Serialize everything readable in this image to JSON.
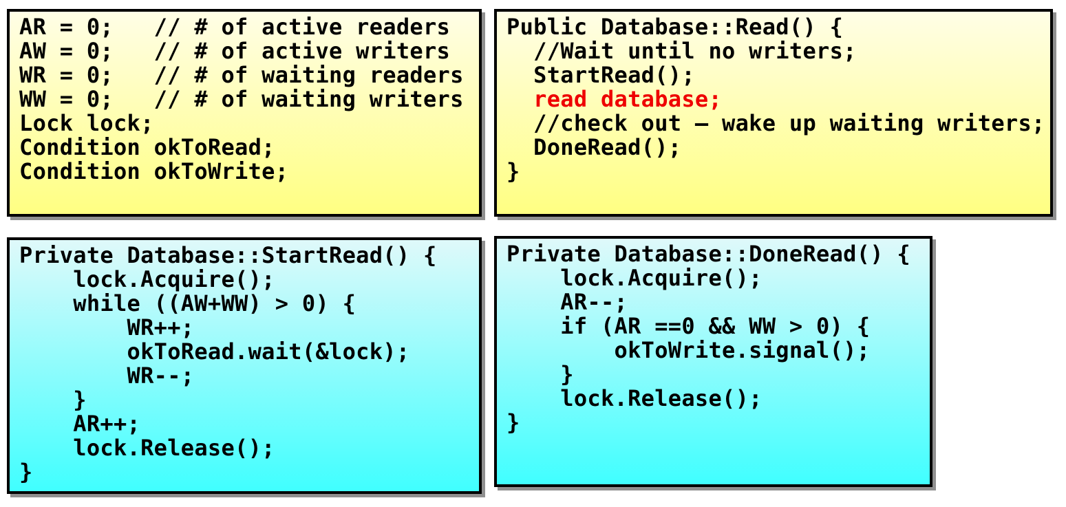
{
  "styles": {
    "yellow_top": "#FFFEE6",
    "yellow_bottom": "#FFFF82",
    "cyan_top": "#DFF9FA",
    "cyan_bottom": "#40FFFF",
    "border_color": "#000000",
    "shadow_color": "#909090",
    "text_color": "#000000",
    "highlight_color": "#EE0000",
    "page_bg": "#FFFFFF"
  },
  "boxes": [
    {
      "name": "globals-declarations",
      "theme": "yellow",
      "lines": [
        {
          "text": "AR = 0;   // # of active readers"
        },
        {
          "text": "AW = 0;   // # of active writers"
        },
        {
          "text": "WR = 0;   // # of waiting readers"
        },
        {
          "text": "WW = 0;   // # of waiting writers"
        },
        {
          "text": "Lock lock;"
        },
        {
          "text": "Condition okToRead;"
        },
        {
          "text": "Condition okToWrite;"
        }
      ]
    },
    {
      "name": "public-database-read",
      "theme": "yellow",
      "lines": [
        {
          "text": "Public Database::Read() {"
        },
        {
          "text": "  //Wait until no writers;"
        },
        {
          "text": "  StartRead();"
        },
        {
          "text": "  read database;",
          "highlight": true
        },
        {
          "text": "  //check out – wake up waiting writers;"
        },
        {
          "text": "  DoneRead();"
        },
        {
          "text": "}"
        }
      ]
    },
    {
      "name": "private-database-startread",
      "theme": "cyan",
      "lines": [
        {
          "text": "Private Database::StartRead() {"
        },
        {
          "text": "    lock.Acquire();"
        },
        {
          "text": "    while ((AW+WW) > 0) {"
        },
        {
          "text": "        WR++;"
        },
        {
          "text": "        okToRead.wait(&lock);"
        },
        {
          "text": "        WR--;"
        },
        {
          "text": "    }"
        },
        {
          "text": "    AR++;"
        },
        {
          "text": "    lock.Release();"
        },
        {
          "text": "}"
        }
      ]
    },
    {
      "name": "private-database-doneread",
      "theme": "cyan",
      "lines": [
        {
          "text": "Private Database::DoneRead() {"
        },
        {
          "text": "    lock.Acquire();"
        },
        {
          "text": "    AR--;"
        },
        {
          "text": "    if (AR ==0 && WW > 0) {"
        },
        {
          "text": "        okToWrite.signal();"
        },
        {
          "text": "    }"
        },
        {
          "text": "    lock.Release();"
        },
        {
          "text": "}"
        }
      ]
    }
  ]
}
